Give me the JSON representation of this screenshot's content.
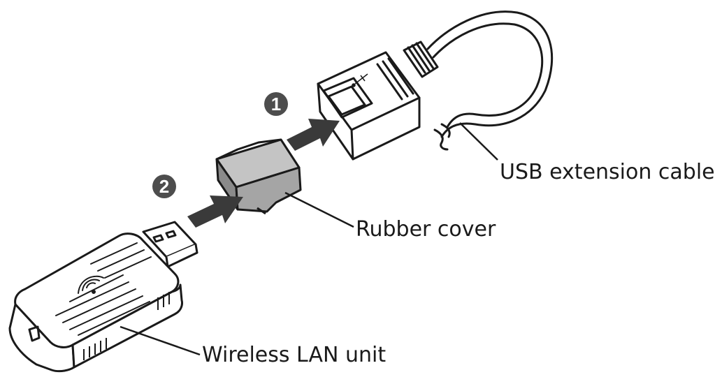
{
  "labels": {
    "cable": "USB extension cable",
    "cover": "Rubber cover",
    "unit": "Wireless LAN unit"
  },
  "steps": [
    "1",
    "2"
  ],
  "colors": {
    "outline": "#1a1a1a",
    "step_badge": "#4d4d4d",
    "arrow": "#3a3a3a",
    "cover_fill": "#9c9c9c",
    "cover_top": "#c4c4c4",
    "body_fill": "#ffffff"
  },
  "icons": [
    "usb-trident-icon",
    "wifi-waves-icon"
  ]
}
